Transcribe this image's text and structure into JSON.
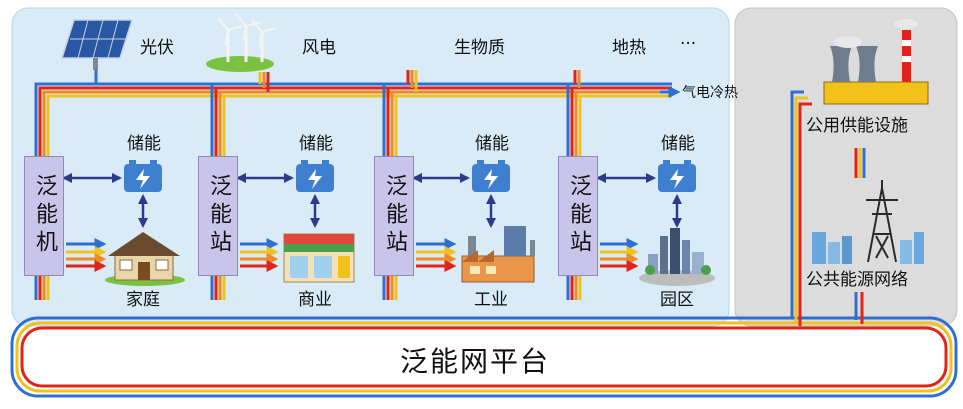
{
  "sources": {
    "solar": "光伏",
    "wind": "风电",
    "biomass": "生物质",
    "geothermal": "地热",
    "more": "···"
  },
  "pipeline_label": "气电冷热",
  "storage_label": "储能",
  "units": [
    "泛能机",
    "泛能站",
    "泛能站",
    "泛能站"
  ],
  "consumers": [
    "家庭",
    "商业",
    "工业",
    "园区"
  ],
  "public": {
    "utility": "公用供能设施",
    "network": "公共能源网络"
  },
  "platform": "泛能网平台",
  "colors": {
    "panel_bg": "#d8ebf6",
    "public_bg": "#dcdcdc",
    "unit_fill": "#c9c4ea",
    "line_blue": "#2f6fd1",
    "line_yellow": "#f2c21b",
    "line_orange": "#f08a24",
    "line_red": "#e2231a",
    "arrow_navy": "#2b3a8c"
  }
}
